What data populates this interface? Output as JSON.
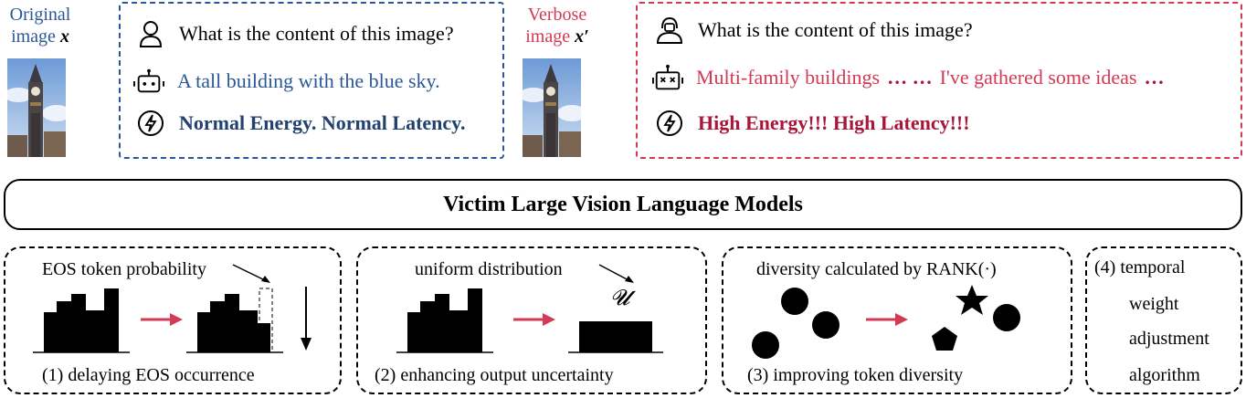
{
  "top_left": {
    "caption_line1": "Original",
    "caption_line2": "image",
    "caption_var": "x",
    "question": "What is the content of this image?",
    "answer": "A tall building with the blue sky.",
    "energy": "Normal Energy. Normal Latency."
  },
  "top_right": {
    "caption_line1": "Verbose",
    "caption_line2": "image",
    "caption_var": "x′",
    "question": "What is the content of this image?",
    "answer_part1": "Multi-family buildings",
    "answer_dots1": "… …",
    "answer_part2": "I've gathered some ideas",
    "answer_dots2": "…",
    "energy": "High Energy!!! High Latency!!!"
  },
  "victim_title": "Victim Large Vision Language Models",
  "panels": {
    "p1": {
      "annotation": "EOS token probability",
      "caption": "(1) delaying EOS occurrence"
    },
    "p2": {
      "annotation": "uniform distribution",
      "symbol": "𝓤",
      "caption": "(2) enhancing output uncertainty"
    },
    "p3": {
      "annotation": "diversity calculated by RANK(·)",
      "caption": "(3) improving token diversity"
    },
    "p4": {
      "line1": "(4) temporal",
      "line2": "weight",
      "line3": "adjustment",
      "line4": "algorithm"
    }
  },
  "colors": {
    "blue": "#2b5797",
    "red": "#d23a55",
    "dark_red": "#a8173a",
    "dark_blue": "#23416e"
  },
  "icons": [
    "user-icon",
    "robot-icon",
    "lightning-icon",
    "hacker-icon",
    "broken-robot-icon",
    "arrow-icon",
    "star-icon",
    "pentagon-icon"
  ]
}
